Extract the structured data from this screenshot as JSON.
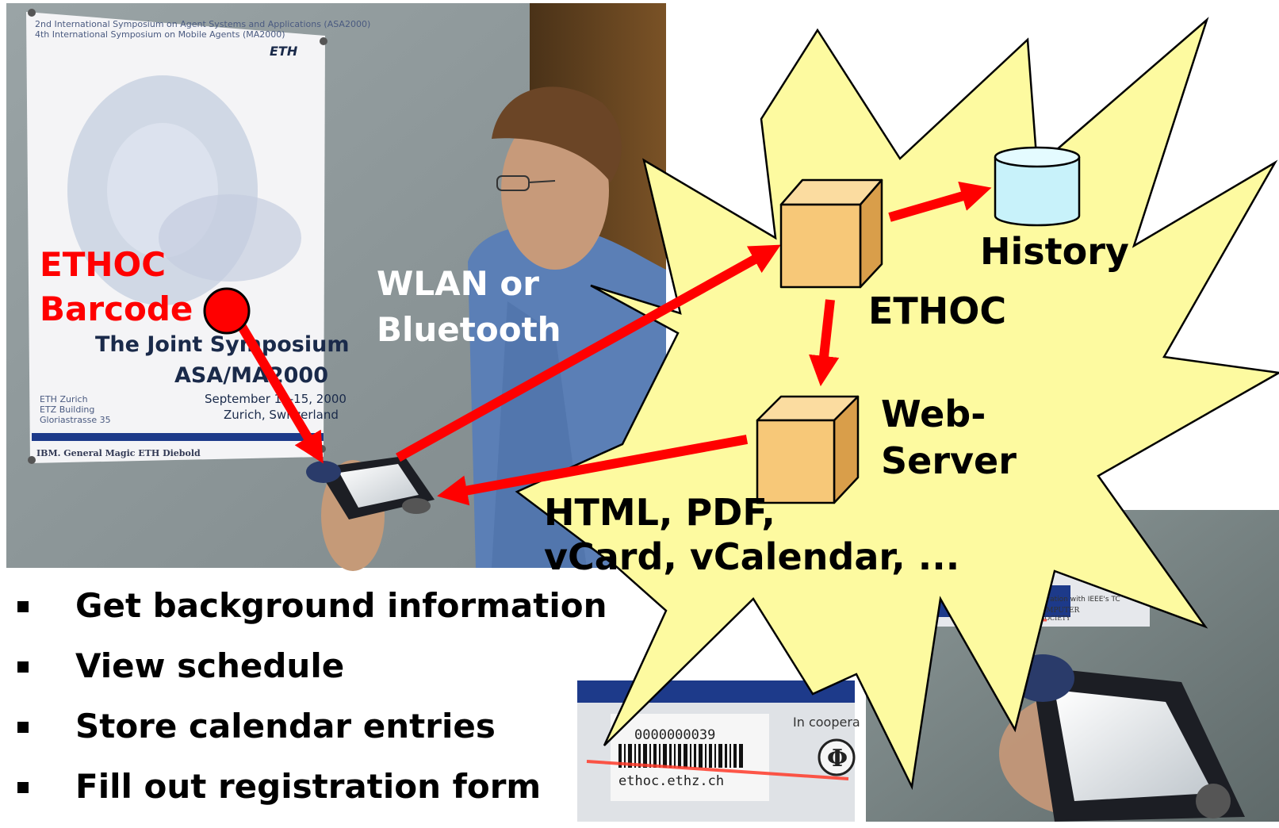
{
  "diagram": {
    "poster": {
      "header_line1": "2nd International Symposium on Agent Systems and Applications (ASA2000)",
      "header_line2": "4th International Symposium on Mobile Agents (MA2000)",
      "eth_logo": "ETH",
      "title_line1": "The Joint Symposium",
      "title_line2": "ASA/MA2000",
      "venue_line1": "ETH Zurich",
      "venue_line2": "ETZ Building",
      "venue_line3": "Gloriastrasse 35",
      "date_line1": "September 13-15, 2000",
      "date_line2": "Zurich, Switzerland",
      "sponsors": "IBM.   General Magic   ETH   Diebold"
    },
    "barcode_label_line1": "ETHOC",
    "barcode_label_line2": "Barcode",
    "wireless_label_line1": "WLAN or",
    "wireless_label_line2": "Bluetooth",
    "ethoc_label": "ETHOC",
    "history_label": "History",
    "webserver_label_line1": "Web-",
    "webserver_label_line2": "Server",
    "formats_line1": "HTML, PDF,",
    "formats_line2": "vCard, vCalendar, ...",
    "barcode_number": "0000000039",
    "barcode_url": "ethoc.ethz.ch",
    "barcode_coop": "In coopera",
    "photo3_coop": "In cooperation with IEEE's TC",
    "photo3_society_line1": "COMPUTER",
    "photo3_society_line2": "SOCIETY"
  },
  "bullets": [
    "Get background information",
    "View schedule",
    "Store calendar entries",
    "Fill out registration form"
  ],
  "colors": {
    "starburst_fill": "#fdfaa0",
    "arrow": "#ff0000",
    "cube_front": "#f7c878",
    "database_fill": "#c8f2fa"
  }
}
